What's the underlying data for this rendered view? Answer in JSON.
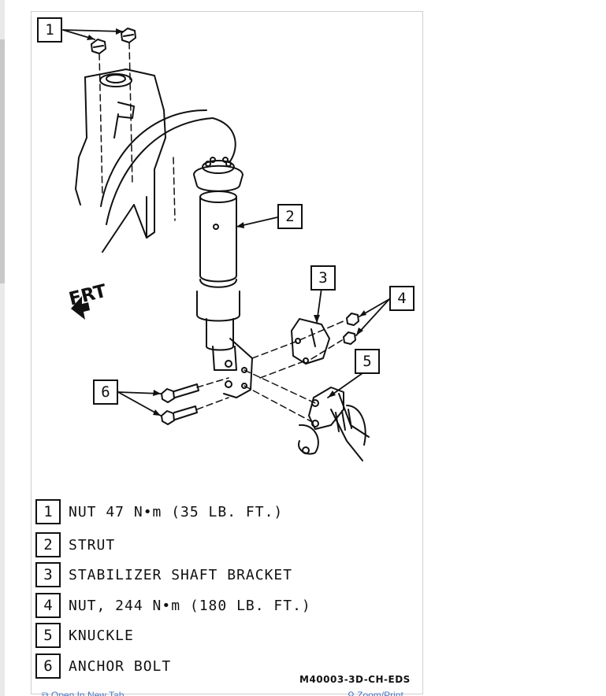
{
  "diagram": {
    "callouts": [
      "1",
      "2",
      "3",
      "4",
      "5",
      "6"
    ],
    "direction_label": "FRT",
    "legend": [
      {
        "num": "1",
        "text": "NUT 47 N•m (35 LB. FT.)"
      },
      {
        "num": "2",
        "text": "STRUT"
      },
      {
        "num": "3",
        "text": "STABILIZER SHAFT BRACKET"
      },
      {
        "num": "4",
        "text": "NUT, 244 N•m (180 LB. FT.)"
      },
      {
        "num": "5",
        "text": "KNUCKLE"
      },
      {
        "num": "6",
        "text": "ANCHOR BOLT"
      }
    ],
    "figure_code": "M40003-3D-CH-EDS"
  },
  "toolbar": {
    "open_new_tab": "Open In New Tab",
    "zoom_print": "Zoom/Print"
  },
  "icons": {
    "open": "external-link-icon",
    "zoom": "magnifier-icon"
  }
}
